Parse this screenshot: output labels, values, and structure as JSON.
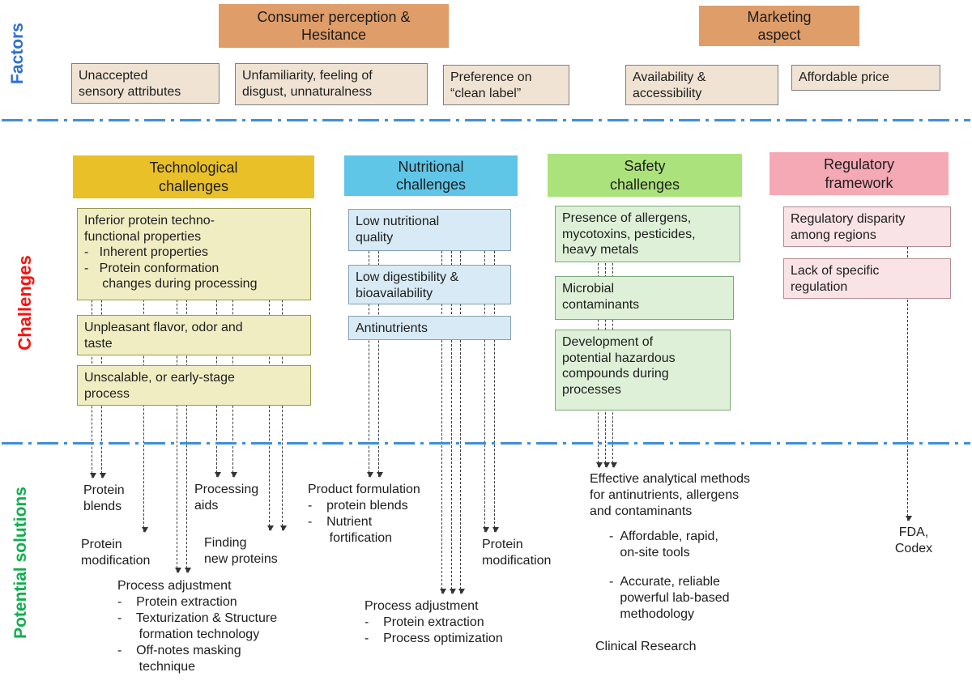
{
  "side_labels": {
    "factors": "Factors",
    "challenges": "Challenges",
    "solutions": "Potential solutions"
  },
  "colors": {
    "factors_label": "#2e6fd6",
    "challenges_label": "#fb100c",
    "solutions_label": "#10ae4e",
    "factor_header_bg": "#df9d69",
    "factor_box_bg": "#f1e3d3",
    "technological_bg": "#eac028",
    "nutritional_bg": "#5fc6e8",
    "safety_bg": "#abe27c",
    "regulatory_bg": "#f5a9b5",
    "separator_line": "#3f8fd8"
  },
  "factors": {
    "headers": [
      "Consumer perception &\nHesitance",
      "Marketing\naspect"
    ],
    "boxes": [
      "Unaccepted\nsensory attributes",
      "Unfamiliarity, feeling of\ndisgust, unnaturalness",
      "Preference on\n“clean label”",
      "Availability &\naccessibility",
      "Affordable price"
    ]
  },
  "challenges": {
    "technological": {
      "header": "Technological\nchallenges",
      "boxes": [
        "Inferior protein techno-\nfunctional properties\n-   Inherent properties\n-   Protein conformation\n     changes during processing",
        "Unpleasant flavor, odor and\ntaste",
        "Unscalable, or early-stage\nprocess"
      ]
    },
    "nutritional": {
      "header": "Nutritional\nchallenges",
      "boxes": [
        "Low nutritional\nquality",
        "Low digestibility &\nbioavailability",
        "Antinutrients"
      ]
    },
    "safety": {
      "header": "Safety\nchallenges",
      "boxes": [
        "Presence of allergens,\nmycotoxins, pesticides,\nheavy metals",
        "Microbial\ncontaminants",
        "Development of\npotential hazardous\ncompounds during\nprocesses"
      ]
    },
    "regulatory": {
      "header": "Regulatory\nframework",
      "boxes": [
        "Regulatory disparity\namong regions",
        "Lack of specific\nregulation"
      ]
    }
  },
  "solutions": {
    "tech": {
      "protein_blends": "Protein\nblends",
      "processing_aids": "Processing\naids",
      "protein_modification": "Protein\nmodification",
      "finding_new_proteins": "Finding\nnew proteins",
      "process_adjustment": "Process adjustment\n-    Protein extraction\n-    Texturization & Structure\n      formation technology\n-    Off-notes masking\n      technique"
    },
    "nutritional": {
      "product_formulation": "Product formulation\n-    protein blends\n-    Nutrient\n      fortification",
      "protein_modification": "Protein\nmodification",
      "process_adjustment": "Process adjustment\n-    Protein extraction\n-    Process optimization"
    },
    "safety": {
      "analytical_methods": "Effective analytical methods\nfor antinutrients, allergens\nand contaminants",
      "affordable_tools": "-  Affordable, rapid,\n   on-site tools",
      "lab_methodology": "-  Accurate, reliable\n   powerful lab-based\n   methodology",
      "clinical_research": "Clinical Research"
    },
    "regulatory": {
      "fda_codex": "FDA,\nCodex"
    }
  }
}
